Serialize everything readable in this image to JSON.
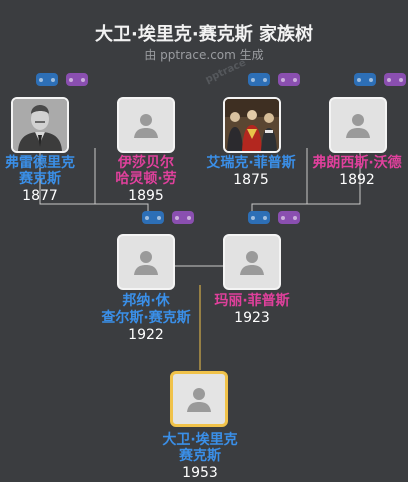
{
  "header": {
    "title": "大卫·埃里克·赛克斯 家族树",
    "subtitle": "由 pptrace.com 生成",
    "watermark": "pptrace"
  },
  "colors": {
    "male": "#3a8fe8",
    "female": "#e0409c",
    "line": "#c9c9c9",
    "self_line": "#f0c24a",
    "button_blue": "#2d6fb6",
    "button_purple": "#8a4fb0"
  },
  "people": {
    "p1": {
      "name_line1": "弗雷德里克",
      "name_line2": "赛克斯",
      "year": "1877",
      "gender": "male",
      "avatar": "photo-portrait"
    },
    "p2": {
      "name_line1": "伊莎贝尔",
      "name_line2": "哈灵顿·劳",
      "year": "1895",
      "gender": "female",
      "avatar": "person-icon"
    },
    "p3": {
      "name_line1": "艾瑞克·菲普斯",
      "name_line2": "",
      "year": "1875",
      "gender": "male",
      "avatar": "photo-group"
    },
    "p4": {
      "name_line1": "弗朗西斯·沃德",
      "name_line2": "",
      "year": "1892",
      "gender": "female",
      "avatar": "person-icon"
    },
    "p5": {
      "name_line1": "邦纳·休",
      "name_line2": "查尔斯·赛克斯",
      "year": "1922",
      "gender": "male",
      "avatar": "person-icon"
    },
    "p6": {
      "name_line1": "玛丽·菲普斯",
      "name_line2": "",
      "year": "1923",
      "gender": "female",
      "avatar": "person-icon"
    },
    "p7": {
      "name_line1": "大卫·埃里克",
      "name_line2": "赛克斯",
      "year": "1953",
      "gender": "male",
      "avatar": "person-icon",
      "is_root": true
    }
  }
}
